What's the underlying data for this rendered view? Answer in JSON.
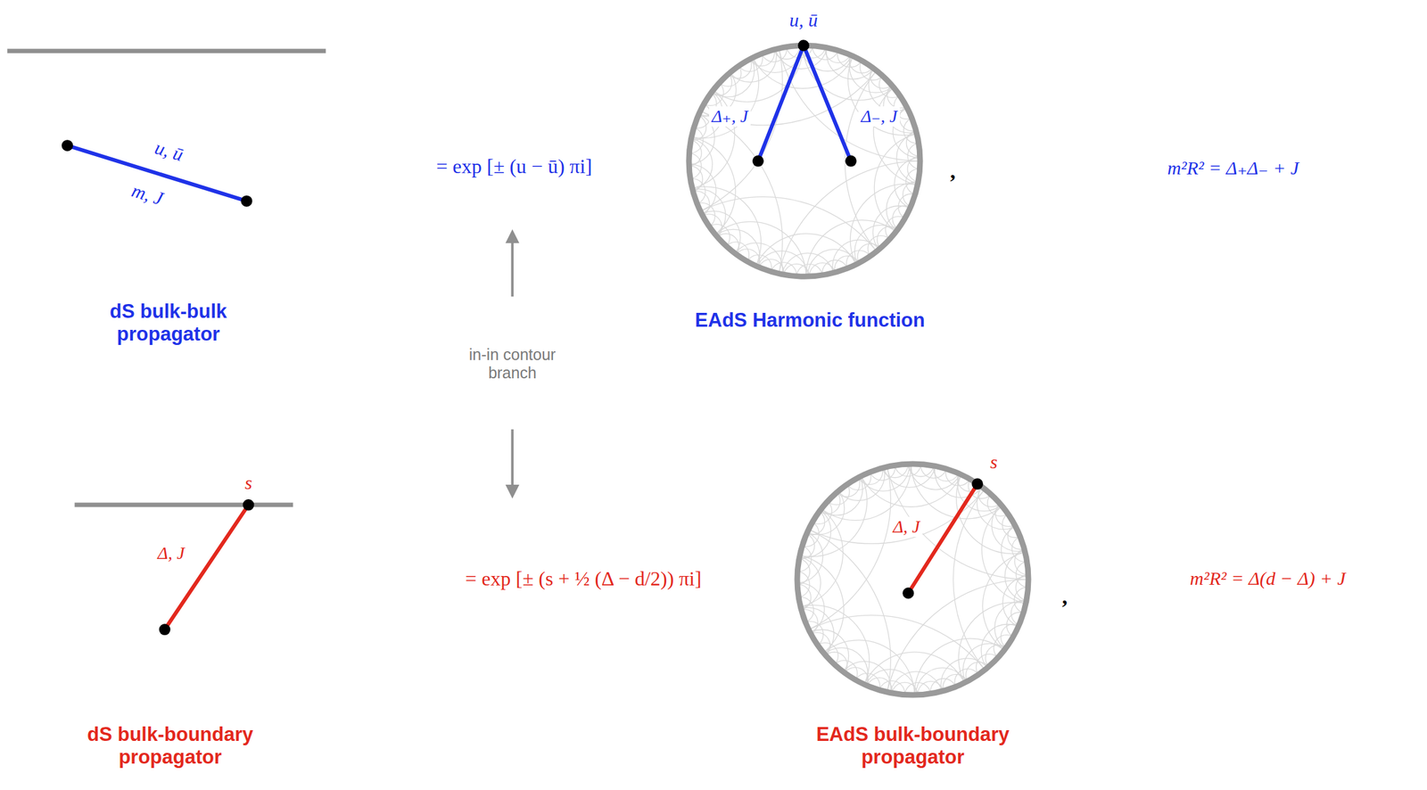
{
  "diagram": {
    "labels": [
      "u, ū",
      "m, J",
      "dS bulk-bulk propagator",
      "= exp [± (u − ū) πi]",
      "u, ū",
      "Δ₊, J",
      "Δ₋, J",
      "EAdS Harmonic function",
      ",",
      "m²R² = Δ₊Δ₋ + J",
      "in-in contour branch",
      "s",
      "Δ, J",
      "dS bulk-boundary propagator",
      "= exp [± (s + ½ (Δ − d/2)) πi]",
      "s",
      "Δ, J",
      ",",
      "m²R² = Δ(d − Δ) + J",
      "EAdS bulk-boundary propagator"
    ]
  }
}
